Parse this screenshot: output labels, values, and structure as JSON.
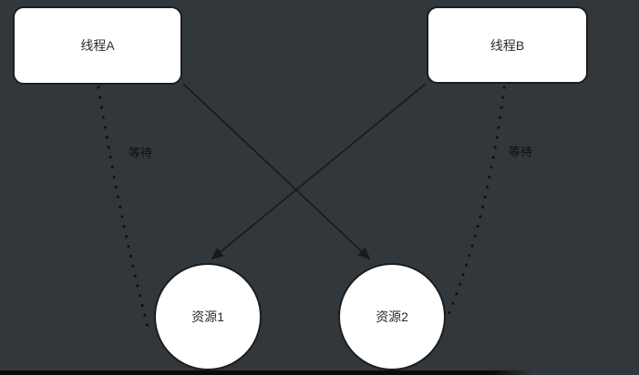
{
  "diagram": {
    "type": "deadlock-diagram",
    "colors": {
      "background": "#32373b",
      "node_fill": "#ffffff",
      "node_border": "#1b1e21",
      "edge": "#17191c",
      "node_label_text": "#2b2b2b",
      "wait_label_text": "#0c0e10",
      "bottom_bar": "#0a0a0b"
    },
    "nodes": [
      {
        "id": "thread-a",
        "shape": "rounded-rect",
        "label": "线程A"
      },
      {
        "id": "thread-b",
        "shape": "rounded-rect",
        "label": "线程B"
      },
      {
        "id": "resource-1",
        "shape": "circle",
        "label": "资源1"
      },
      {
        "id": "resource-2",
        "shape": "circle",
        "label": "资源2"
      }
    ],
    "edges": [
      {
        "from": "thread-a",
        "to": "resource-2",
        "style": "solid",
        "arrow": true,
        "label": ""
      },
      {
        "from": "thread-b",
        "to": "resource-1",
        "style": "solid",
        "arrow": true,
        "label": ""
      },
      {
        "from": "thread-a",
        "to": "resource-1",
        "style": "dotted",
        "arrow": false,
        "label": "等待"
      },
      {
        "from": "thread-b",
        "to": "resource-2",
        "style": "dotted",
        "arrow": false,
        "label": "等待"
      }
    ]
  }
}
